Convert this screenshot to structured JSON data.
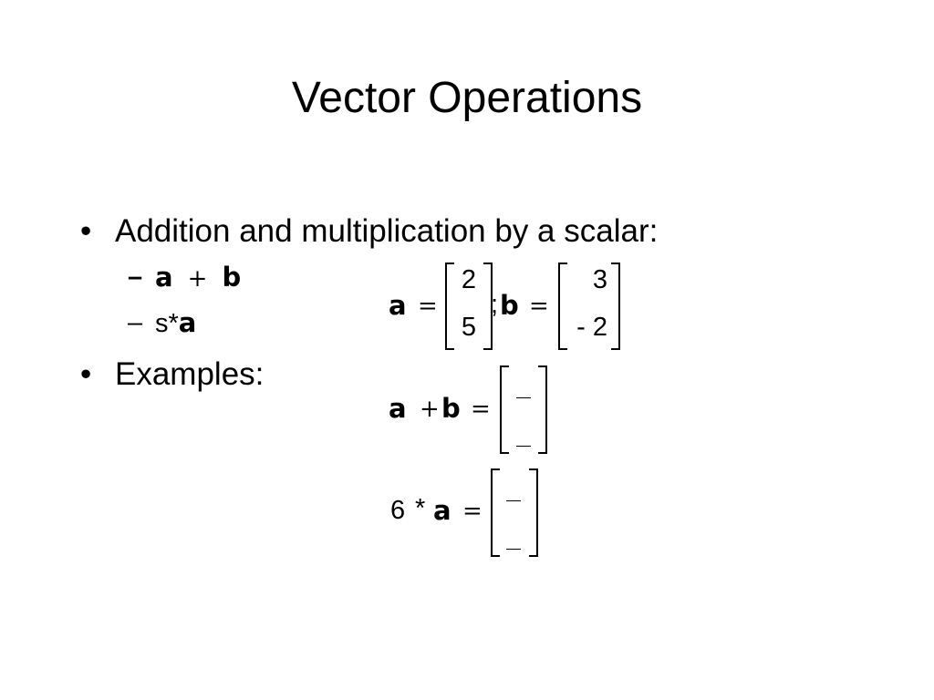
{
  "slide": {
    "title": "Vector Operations",
    "bullets": [
      {
        "marker": "•",
        "text": "Addition and multiplication by a scalar:"
      },
      {
        "marker": "•",
        "text": "Examples:"
      }
    ],
    "sub_items": [
      {
        "marker": "–",
        "var_a": "a",
        "op": "+",
        "var_b": "b"
      },
      {
        "marker": "–",
        "prefix": "s*",
        "var": "a"
      }
    ]
  },
  "equations": {
    "definition": {
      "a_name": "a",
      "equals": "=",
      "a_values": [
        "2",
        "5"
      ],
      "separator": ";",
      "b_name": "b",
      "b_values": [
        "3",
        "- 2"
      ]
    },
    "sum_example": {
      "left_a": "a",
      "plus": "+",
      "left_b": "b",
      "equals": "=",
      "values": [
        "",
        ""
      ]
    },
    "scalar_example": {
      "scalar": "6",
      "times": "*",
      "var": "a",
      "equals": "=",
      "values": [
        "",
        ""
      ]
    }
  }
}
